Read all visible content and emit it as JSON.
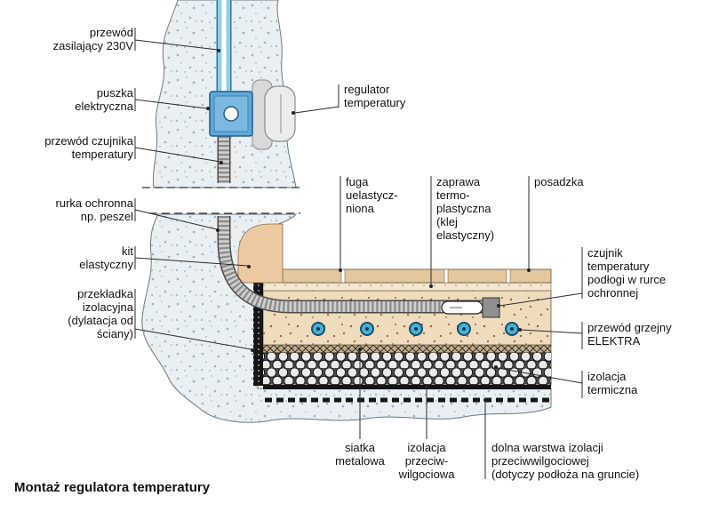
{
  "title": "Montaż regulatora temperatury",
  "labels": {
    "power_cable": "przewód\nzasilający 230V",
    "junction_box": "puszka\nelektryczna",
    "sensor_cable": "przewód czujnika\ntemperatury",
    "protective_tube": "rurka ochronna\nnp. peszel",
    "elastic_putty": "kit\nelastyczny",
    "insulating_spacer": "przekładka\nizolacyjna\n(dylatacja od\nściany)",
    "regulator": "regulator\ntemperatury",
    "flexible_grout": "fuga\nuelastycz-\nniona",
    "thermoplastic_mortar": "zaprawa\ntermo-\nplastyczna\n(klej\nelastyczny)",
    "floor_finish": "posadzka",
    "floor_sensor": "czujnik\ntemperatury\npodłogi w rurce\nochronnej",
    "heating_cable": "przewód grzejny\nELEKTRA",
    "thermal_insulation": "izolacja\ntermiczna",
    "metal_mesh": "siatka\nmetalowa",
    "damp_proofing": "izolacja\nprzeciw-\nwilgociowa",
    "bottom_damp_layer": "dolna warstwa izolacji\nprzeciwwilgociowej\n(dotyczy podłoża na gruncie)"
  },
  "colors": {
    "wall_concrete": "#e9eff2",
    "electrical_box": "#5fa8d8",
    "cable_230v": "#8fd0e6",
    "regulator_knob": "#ececec",
    "conduit": "#cfcfcf",
    "tile": "#e2c79f",
    "adhesive": "#f2e7d0",
    "screed": "#eedcbd",
    "heating_cable": "#49b0d5",
    "insulation": "#4c4c4c",
    "kit": "#ecc9a0"
  }
}
